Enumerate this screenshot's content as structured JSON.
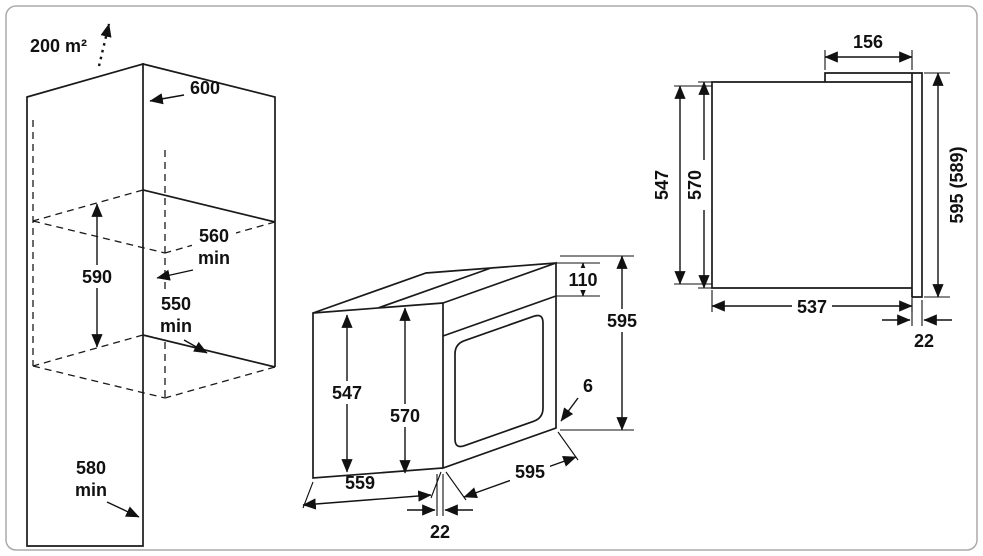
{
  "left_view": {
    "vent_area": "200 m²",
    "cabinet_width": "600",
    "niche_width": "560",
    "niche_width_unit": "min",
    "niche_height": "590",
    "niche_depth": "550",
    "niche_depth_unit": "min",
    "cabinet_depth": "580",
    "cabinet_depth_unit": "min"
  },
  "oven_view": {
    "cavity_height": "547",
    "front_height": "570",
    "control_panel_height": "110",
    "overall_height": "595",
    "bottom_gap": "6",
    "width": "595",
    "depth": "559",
    "front_overhang": "22"
  },
  "front_view": {
    "control_panel_width": "156",
    "cavity_height": "547",
    "front_height": "570",
    "overall_height": "595 (589)",
    "bottom_width": "537",
    "frame_depth": "22"
  }
}
